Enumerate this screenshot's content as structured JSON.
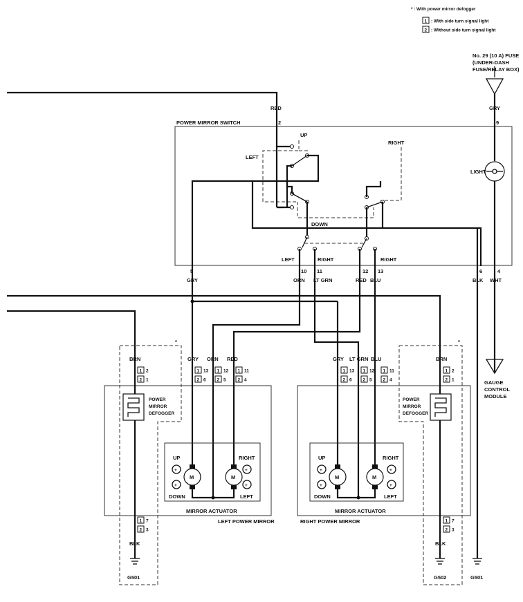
{
  "legend": {
    "star_symbol": "*",
    "star_note": ": With power mirror defogger",
    "box1_num": "1",
    "box1_note": ": With side turn signal light",
    "box2_num": "2",
    "box2_note": ": Without side turn signal light"
  },
  "fuse": {
    "line1": "No. 29 (10 A) FUSE",
    "line2": "(UNDER-DASH",
    "line3": "FUSE/RELAY BOX)"
  },
  "switch": {
    "title": "POWER MIRROR SWITCH",
    "light_label": "LIGHT",
    "upper": {
      "up": "UP",
      "left": "LEFT",
      "right": "RIGHT",
      "down": "DOWN"
    },
    "lower": {
      "left": "LEFT",
      "right1": "RIGHT",
      "right2": "RIGHT"
    }
  },
  "switch_pins": {
    "red": {
      "wire": "RED",
      "pin": "2"
    },
    "gry_top": {
      "wire": "GRY",
      "pin": "9"
    },
    "gry": {
      "wire": "GRY",
      "pin": "5"
    },
    "orn": {
      "wire": "ORN",
      "pin": "10"
    },
    "ltgrn": {
      "wire": "LT GRN",
      "pin": "11"
    },
    "red2": {
      "wire": "RED",
      "pin": "12"
    },
    "blu": {
      "wire": "BLU",
      "pin": "13"
    },
    "blk": {
      "wire": "BLK",
      "pin": "6"
    },
    "wht": {
      "wire": "WHT",
      "pin": "4"
    }
  },
  "left_mirror": {
    "title": "LEFT POWER MIRROR",
    "actuator": "MIRROR ACTUATOR",
    "defogger_l1": "POWER",
    "defogger_l2": "MIRROR",
    "defogger_l3": "DEFOGGER",
    "star": "*",
    "wires": {
      "brn": "BRN",
      "gry": "GRY",
      "orn": "ORN",
      "red": "RED",
      "blk": "BLK"
    },
    "pins": {
      "brn_1": "2",
      "brn_2": "1",
      "gry_1": "13",
      "gry_2": "6",
      "orn_1": "12",
      "orn_2": "5",
      "red_1": "11",
      "red_2": "4",
      "blk_1": "7",
      "blk_2": "3"
    },
    "labels": {
      "up": "UP",
      "down": "DOWN",
      "right": "RIGHT",
      "left": "LEFT",
      "m": "M"
    },
    "ground": "G501"
  },
  "right_mirror": {
    "title": "RIGHT POWER MIRROR",
    "actuator": "MIRROR ACTUATOR",
    "defogger_l1": "POWER",
    "defogger_l2": "MIRROR",
    "defogger_l3": "DEFOGGER",
    "star": "*",
    "wires": {
      "gry": "GRY",
      "ltgrn": "LT GRN",
      "blu": "BLU",
      "brn": "BRN",
      "blk": "BLK"
    },
    "pins": {
      "gry_1": "13",
      "gry_2": "6",
      "ltgrn_1": "12",
      "ltgrn_2": "5",
      "blu_1": "11",
      "blu_2": "4",
      "brn_1": "2",
      "brn_2": "1",
      "blk_1": "7",
      "blk_2": "3"
    },
    "labels": {
      "up": "UP",
      "down": "DOWN",
      "right": "RIGHT",
      "left": "LEFT",
      "m": "M"
    },
    "ground": "G502"
  },
  "gauge": {
    "line1": "GAUGE",
    "line2": "CONTROL",
    "line3": "MODULE"
  },
  "ground_right": "G501",
  "colors": {
    "ink": "#111111",
    "background": "#ffffff"
  }
}
